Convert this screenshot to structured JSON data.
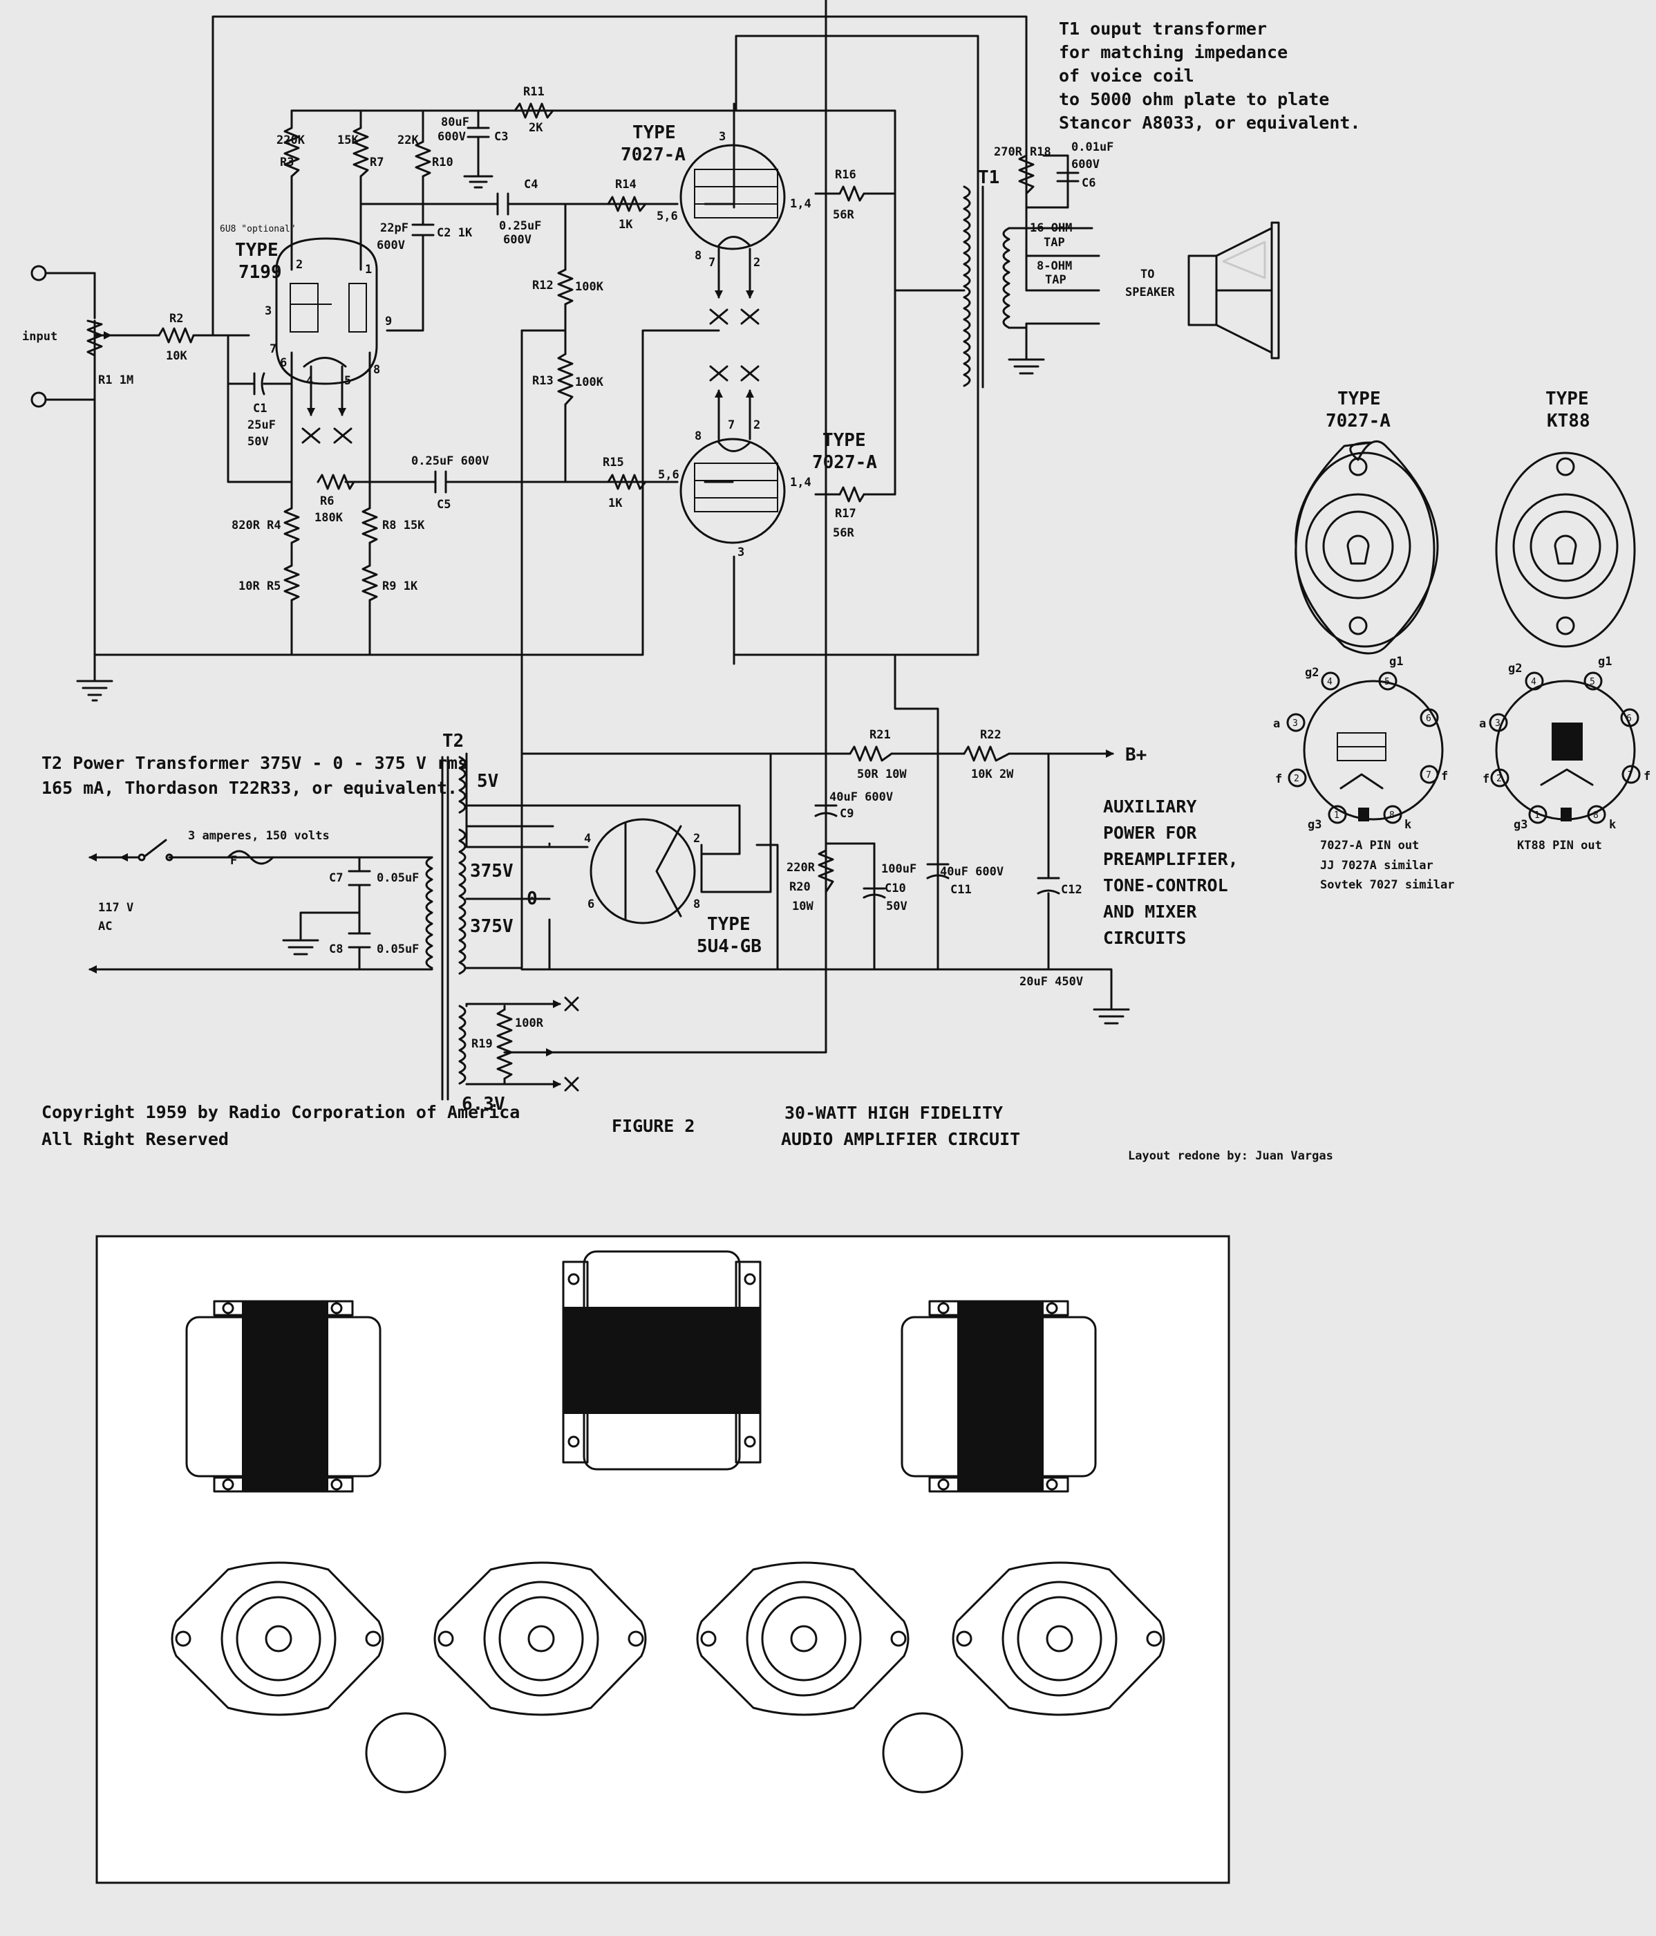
{
  "labels": {
    "t1_desc": [
      "T1 ouput transformer",
      "for matching impedance",
      "of voice coil",
      "to 5000 ohm plate to plate",
      "Stancor A8033, or equivalent."
    ],
    "t2_desc": [
      "T2 Power Transformer 375V - 0 - 375 V rms",
      "165 mA, Thordason T22R33, or equivalent."
    ],
    "aux": [
      "AUXILIARY",
      "POWER FOR",
      "PREAMPLIFIER,",
      "TONE-CONTROL",
      "AND MIXER",
      "CIRCUITS"
    ],
    "copyright": [
      "Copyright 1959 by Radio Corporation of America",
      "All Right Reserved"
    ],
    "figure": "FIGURE 2",
    "title": [
      "30-WATT HIGH FIDELITY",
      "AUDIO AMPLIFIER CIRCUIT"
    ],
    "credit": "Layout redone by: Juan Vargas",
    "input": "input",
    "bplus": "B+",
    "to_speaker": [
      "TO",
      "SPEAKER"
    ],
    "tap16": [
      "16-OHM",
      "TAP"
    ],
    "tap8": [
      "8-OHM",
      "TAP"
    ],
    "switch": "3 amperes, 150 volts",
    "fuse": "F",
    "ac": [
      "117 V",
      "AC"
    ],
    "v5": "5V",
    "v375a": "375V",
    "v375b": "375V",
    "zero": "0",
    "v63": "6.3V",
    "t1": "T1",
    "t2": "T2",
    "r1": "R1 1M",
    "r2": [
      "R2",
      "10K"
    ],
    "r3": [
      "220K",
      "R3"
    ],
    "r4": "820R R4",
    "r5": "10R  R5",
    "r6": [
      "R6",
      "180K"
    ],
    "r7": [
      "15K",
      "R7"
    ],
    "r8": "R8 15K",
    "r9": "R9 1K",
    "r10": [
      "22K",
      "R10"
    ],
    "r11": [
      "R11",
      "2K"
    ],
    "r12": "R12",
    "r12v": "100K",
    "r13": "R13",
    "r13v": "100K",
    "r14": [
      "R14",
      "1K"
    ],
    "r15": [
      "R15",
      "1K"
    ],
    "r16": [
      "R16",
      "56R"
    ],
    "r17": [
      "R17",
      "56R"
    ],
    "r18": [
      "270R",
      "R18"
    ],
    "r19": "R19",
    "r19v": "100R",
    "r20": [
      "220R",
      "R20",
      "10W"
    ],
    "r21": [
      "R21",
      "50R 10W"
    ],
    "r22": [
      "R22",
      "10K 2W"
    ],
    "c1": [
      "C1",
      "25uF",
      "50V"
    ],
    "c2": [
      "22pF",
      "600V"
    ],
    "c2b": "C2 1K",
    "c3": [
      "80uF",
      "600V"
    ],
    "c3b": "C3",
    "c4": [
      "C4",
      "0.25uF",
      "600V"
    ],
    "c5": [
      "0.25uF 600V",
      "C5"
    ],
    "c6": [
      "0.01uF",
      "600V",
      "C6"
    ],
    "c7": "C7",
    "c7v": "0.05uF",
    "c8": "C8",
    "c8v": "0.05uF",
    "c9": [
      "40uF 600V",
      "C9"
    ],
    "c10": [
      "100uF",
      "C10",
      "50V"
    ],
    "c11": "40uF 600V",
    "c11b": "C11",
    "c12": "C12",
    "c12v": "20uF 450V",
    "v1_type": [
      "6U8 \"optional\"",
      "TYPE",
      "7199"
    ],
    "v2_type": [
      "TYPE",
      "7027-A"
    ],
    "v3_type": [
      "TYPE",
      "7027-A"
    ],
    "v4_type": [
      "TYPE",
      "5U4-GB"
    ],
    "p_7027": [
      "TYPE",
      "7027-A"
    ],
    "p_kt88": [
      "TYPE",
      "KT88"
    ],
    "pinout_7027": [
      "7027-A PIN out",
      "JJ 7027A     similar",
      "Sovtek 7027 similar"
    ],
    "pinout_kt88": "KT88 PIN out",
    "pin_names": [
      "g2",
      "g1",
      "a",
      "f",
      "f",
      "g3",
      "k"
    ],
    "pins_v1": [
      "2",
      "1",
      "3",
      "9",
      "7",
      "6",
      "4",
      "5",
      "8"
    ],
    "pins_v2": [
      "3",
      "1,4",
      "5,6",
      "8",
      "7",
      "2"
    ],
    "pins_v3": [
      "8",
      "7",
      "2",
      "5,6",
      "1,4",
      "3"
    ],
    "pins_v4": [
      "4",
      "2",
      "6",
      "8"
    ],
    "socket_pins": [
      "1",
      "2",
      "3",
      "4",
      "5",
      "6",
      "7",
      "8"
    ]
  },
  "colors": {
    "ink": "#111111",
    "paper": "#e9e9e9",
    "panel": "#ffffff"
  }
}
